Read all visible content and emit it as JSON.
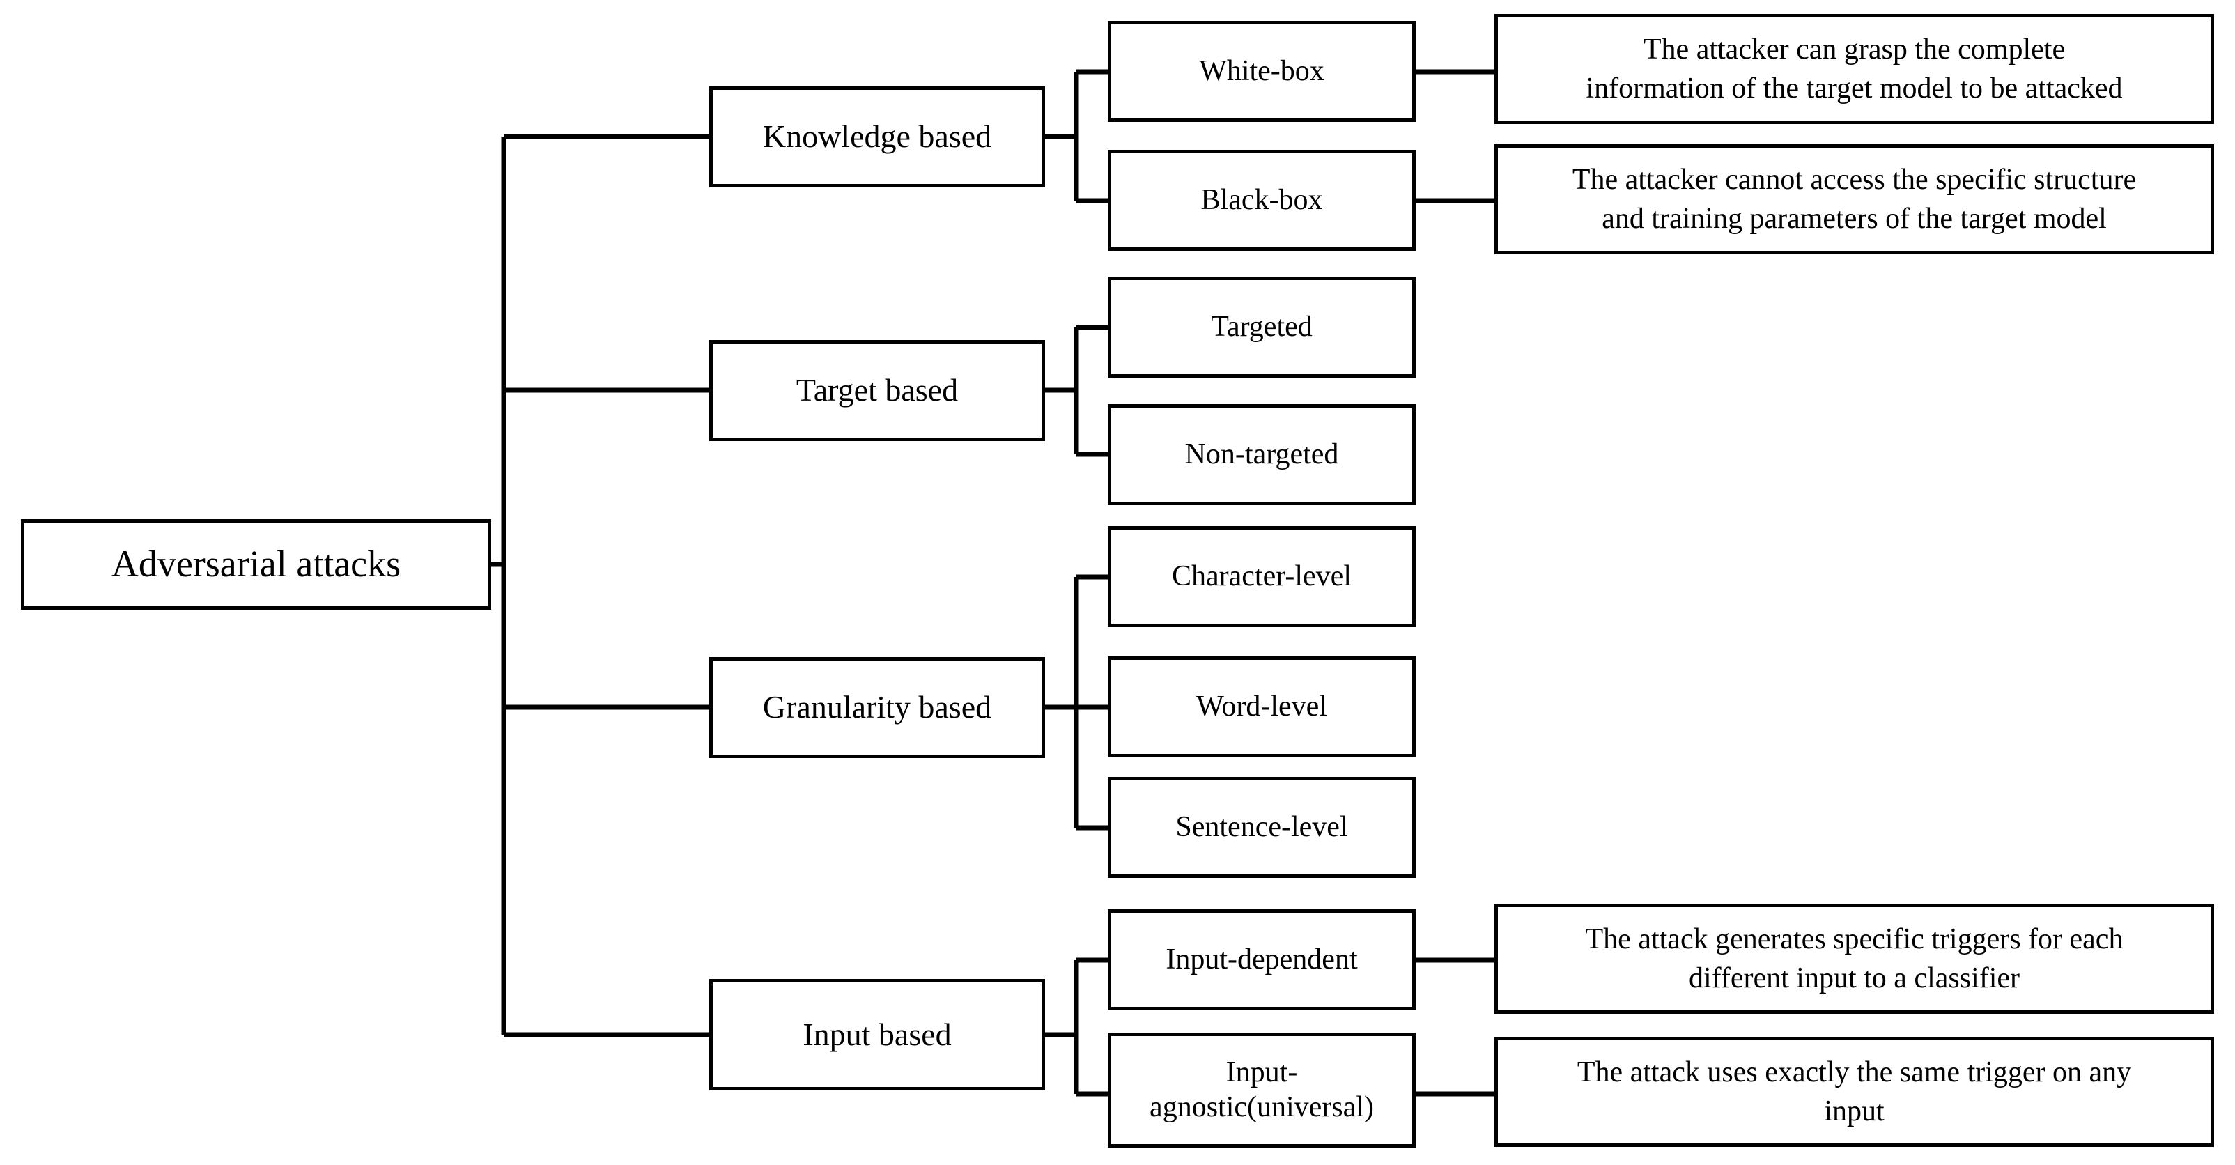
{
  "diagram": {
    "type": "tree-taxonomy",
    "orientation": "left-to-right",
    "root": {
      "label": "Adversarial attacks"
    },
    "categories": [
      {
        "label": "Knowledge based",
        "children": [
          {
            "label": "White-box",
            "description": "The attacker can grasp the complete\ninformation of the target model to be attacked"
          },
          {
            "label": "Black-box",
            "description": "The attacker cannot access the specific structure\nand training parameters of the target model"
          }
        ]
      },
      {
        "label": "Target based",
        "children": [
          {
            "label": "Targeted",
            "description": ""
          },
          {
            "label": "Non-targeted",
            "description": ""
          }
        ]
      },
      {
        "label": "Granularity based",
        "children": [
          {
            "label": "Character-level",
            "description": ""
          },
          {
            "label": "Word-level",
            "description": ""
          },
          {
            "label": "Sentence-level",
            "description": ""
          }
        ]
      },
      {
        "label": "Input based",
        "children": [
          {
            "label": "Input-dependent",
            "description": "The attack generates specific triggers for each\ndifferent input to a classifier"
          },
          {
            "label": "Input-\nagnostic(universal)",
            "description": "The attack uses exactly the same trigger on any\ninput"
          }
        ]
      }
    ],
    "colors": {
      "background": "#ffffff",
      "stroke": "#000000",
      "text": "#000000",
      "box_fill": "#ffffff"
    }
  }
}
